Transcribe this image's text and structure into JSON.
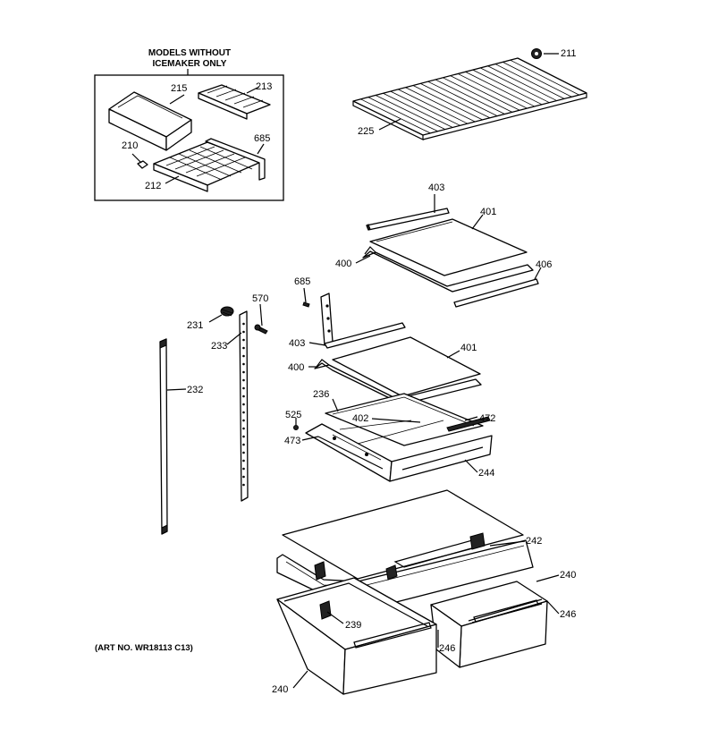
{
  "inset": {
    "title_line1": "MODELS WITHOUT",
    "title_line2": "ICEMAKER ONLY"
  },
  "art_note": "(ART NO. WR18113 C13)",
  "callouts": {
    "c215": "215",
    "c213": "213",
    "c210": "210",
    "c685a": "685",
    "c212": "212",
    "c211": "211",
    "c225": "225",
    "c403a": "403",
    "c401a": "401",
    "c400a": "400",
    "c406": "406",
    "c685b": "685",
    "c570": "570",
    "c231": "231",
    "c233": "233",
    "c403b": "403",
    "c401b": "401",
    "c400b": "400",
    "c236": "236",
    "c525": "525",
    "c402": "402",
    "c472": "472",
    "c473": "473",
    "c244": "244",
    "c232": "232",
    "c242": "242",
    "c240a": "240",
    "c246a": "246",
    "c239": "239",
    "c246b": "246",
    "c240b": "240"
  }
}
